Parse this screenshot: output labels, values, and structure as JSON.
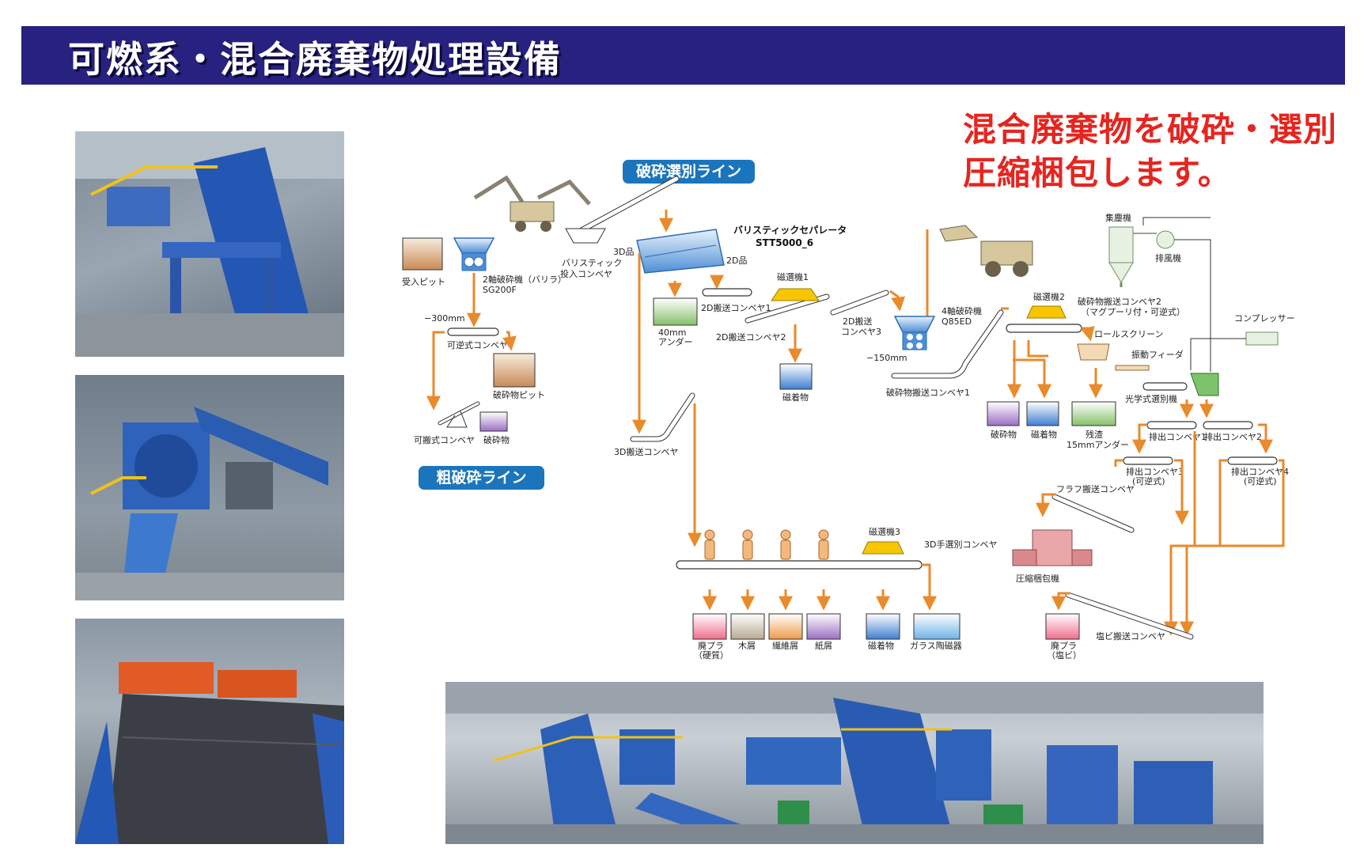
{
  "header": {
    "title": "可燃系・混合廃棄物処理設備"
  },
  "tagline": {
    "line1": "混合廃棄物を破砕・選別",
    "line2": "圧縮梱包します。"
  },
  "lines": {
    "crushing_sorting": "破砕選別ライン",
    "coarse_crushing": "粗破砕ライン"
  },
  "machine": {
    "title_jp": "バリスティックセパレータ",
    "model": "STT5000_6"
  },
  "labels": {
    "receiving_pit": "受入ピット",
    "shredder_name": "2軸破砕機（バリラ）",
    "shredder_model": "SG200F",
    "size_300": "−300mm",
    "reversible_conveyor": "可逆式コンベヤ",
    "crushed_pit": "破砕物ピット",
    "movable_conveyor": "可搬式コンベヤ",
    "crushed_material": "破砕物",
    "ballistic_feed_1": "バリスティック",
    "ballistic_feed_2": "投入コンベヤ",
    "item_3d": "3D品",
    "item_2d": "2D品",
    "under_40_1": "40mm",
    "under_40_2": "アンダー",
    "conv_2d_1": "2D搬送コンベヤ1",
    "conv_2d_2": "2D搬送コンベヤ2",
    "magnet_1": "磁選機1",
    "conv_2d_3a": "2D搬送",
    "conv_2d_3b": "コンベヤ3",
    "magnetic": "磁着物",
    "four_shaft_1": "4軸破砕機",
    "four_shaft_2": "Q85ED",
    "size_150": "−150mm",
    "crushed_conv_1": "破砕物搬送コンベヤ1",
    "conv_3d": "3D搬送コンベヤ",
    "dust_collector": "集塵機",
    "blower": "排風機",
    "crushed_conv_2a": "破砕物搬送コンベヤ2",
    "crushed_conv_2b": "（マグプーリ付・可逆式）",
    "magnet_2": "磁選機2",
    "compressor": "コンプレッサー",
    "roll_screen": "ロールスクリーン",
    "vib_feeder": "振動フィーダ",
    "optical_sorter": "光学式選別機",
    "residue_1": "残渣",
    "residue_2": "15mmアンダー",
    "discharge_1": "排出コンベヤ1",
    "discharge_2": "排出コンベヤ2",
    "discharge_3a": "排出コンベヤ3",
    "discharge_3b": "(可逆式)",
    "discharge_4a": "排出コンベヤ4",
    "discharge_4b": "(可逆式)",
    "fluff_conv": "フラフ搬送コンベヤ",
    "magnet_3": "磁選機3",
    "hand_sort_3d": "3D手選別コンベヤ",
    "baler": "圧縮梱包機",
    "pvc_conv": "塩ビ搬送コンベヤ",
    "waste_plastic_1": "廃プラ",
    "waste_plastic_2": "（硬質）",
    "wood": "木屑",
    "fiber": "繊維屑",
    "paper": "紙屑",
    "glass_ceramic": "ガラス陶磁器",
    "pvc_plastic_1": "廃プラ",
    "pvc_plastic_2": "（塩ビ）"
  },
  "colors": {
    "header_bg": "#27217f",
    "tagline": "#e5251f",
    "flow_arrow": "#e98a2b",
    "pill_bg": "#1b75bc",
    "equipment_blue": "#2d6ab5",
    "equipment_yellow": "#f7c600"
  }
}
